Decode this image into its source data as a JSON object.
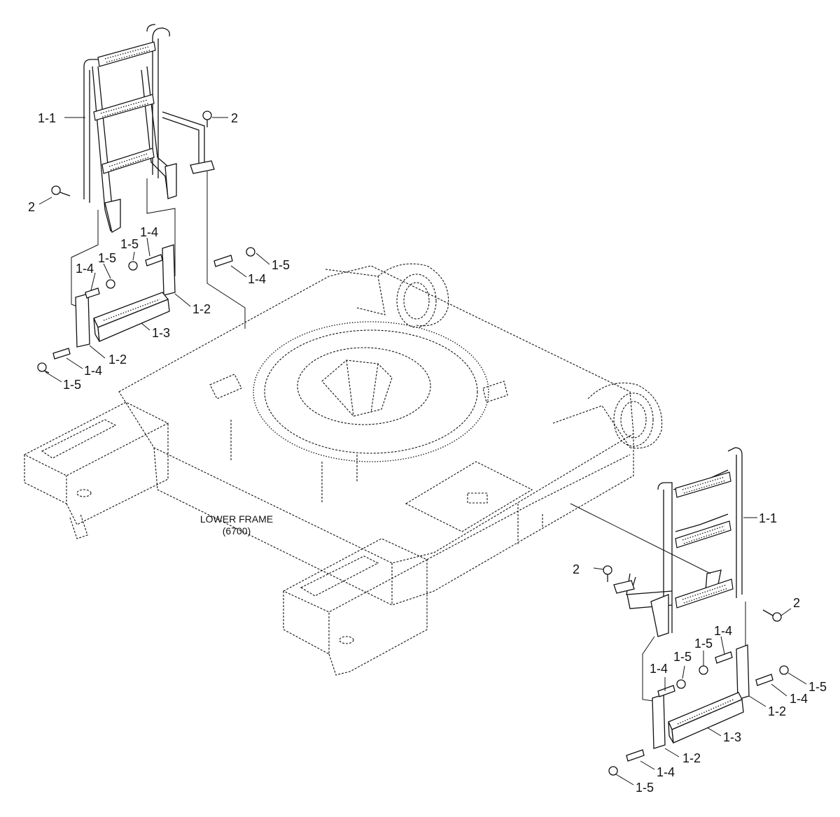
{
  "frame": {
    "title": "LOWER FRAME",
    "code": "(6700)"
  },
  "labels": {
    "ladder_left": "1-1",
    "ladder_right": "1-1",
    "bolt_left_top": "2",
    "bolt_left_side": "2",
    "bolt_right_left": "2",
    "bolt_right_side": "2",
    "l_top_1_5_a": "1-5",
    "l_top_1_4_a": "1-4",
    "l_mid_1_5": "1-5",
    "l_mid_1_4": "1-4",
    "l_right_1_5": "1-5",
    "l_right_1_4": "1-4",
    "l_bracket_1_2_a": "1-2",
    "l_step_1_3": "1-3",
    "l_bracket_1_2_b": "1-2",
    "l_bot_1_4": "1-4",
    "l_bot_1_5": "1-5",
    "r_top_1_5": "1-5",
    "r_top_1_4": "1-4",
    "r_mid_1_4": "1-4",
    "r_mid_1_5": "1-5",
    "r_right_1_5": "1-5",
    "r_right_1_4": "1-4",
    "r_bracket_1_2_a": "1-2",
    "r_step_1_3": "1-3",
    "r_bracket_1_2_b": "1-2",
    "r_bot_1_4": "1-4",
    "r_bot_1_5": "1-5"
  }
}
